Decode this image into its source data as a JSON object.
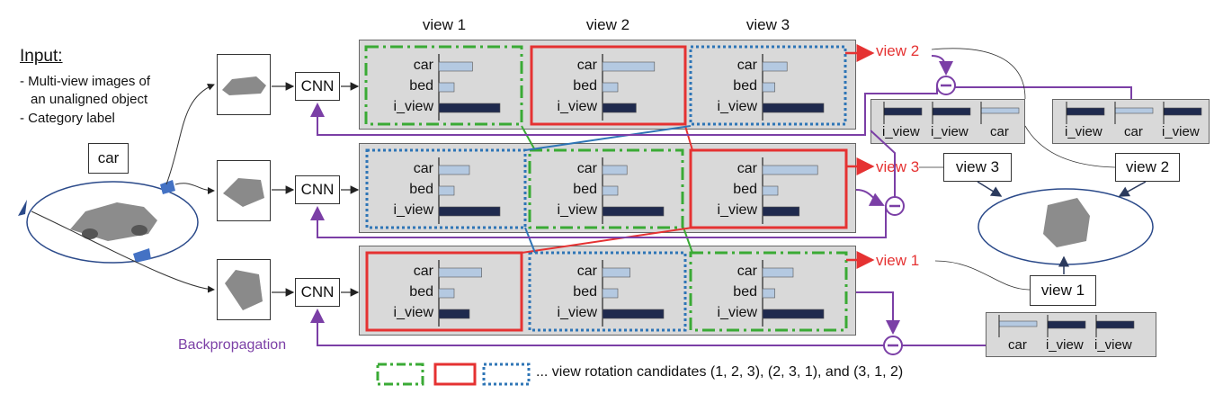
{
  "input": {
    "title": "Input:",
    "bullet1": "- Multi-view images of",
    "bullet1b": "an unaligned object",
    "bullet2": "- Category label",
    "category": "car"
  },
  "cnn_label": "CNN",
  "view_headers": [
    "view 1",
    "view 2",
    "view 3"
  ],
  "row_labels": [
    "car",
    "bed",
    "i_view"
  ],
  "score_rows": [
    {
      "cells": [
        [
          0.55,
          0.25,
          1.0
        ],
        [
          0.85,
          0.25,
          0.55
        ],
        [
          0.4,
          0.2,
          1.0
        ]
      ]
    },
    {
      "cells": [
        [
          0.5,
          0.25,
          1.0
        ],
        [
          0.4,
          0.25,
          1.0
        ],
        [
          0.9,
          0.25,
          0.6
        ]
      ]
    },
    {
      "cells": [
        [
          0.7,
          0.25,
          0.5
        ],
        [
          0.45,
          0.25,
          1.0
        ],
        [
          0.5,
          0.2,
          1.0
        ]
      ]
    }
  ],
  "red_outputs": [
    "view 2",
    "view 3",
    "view 1"
  ],
  "targets": [
    {
      "labels": [
        "i_view",
        "i_view",
        "car"
      ]
    },
    {
      "labels": [
        "i_view",
        "car",
        "i_view"
      ]
    },
    {
      "labels": [
        "car",
        "i_view",
        "i_view"
      ]
    }
  ],
  "pose_labels": [
    "view 3",
    "view 2",
    "view 1"
  ],
  "backprop": "Backpropagation",
  "legend_text": "... view rotation candidates (1, 2, 3), (2, 3, 1), and (3, 1, 2)",
  "colors": {
    "red": "#e53232",
    "green": "#3aaa35",
    "blue": "#2e75b6",
    "purple": "#7b3fa6",
    "light_bar": "#b4c9e1",
    "dark_bar": "#1f2a4e"
  },
  "icons": [
    "car-thumbnail",
    "camera-icon",
    "minus-circle-icon"
  ]
}
